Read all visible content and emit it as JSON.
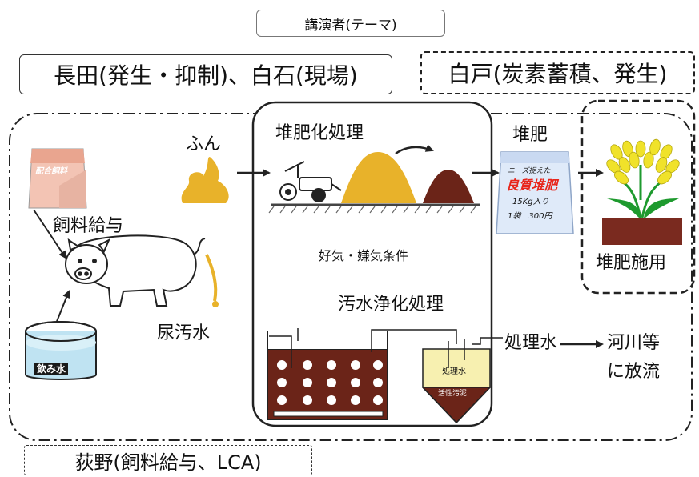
{
  "header": {
    "label": "講演者(テーマ)",
    "speaker_left": "長田(発生・抑制)、白石(現場)",
    "speaker_right": "白戸(炭素蓄積、発生)",
    "speaker_bottom": "荻野(飼料給与、LCA)"
  },
  "feed": {
    "bag_label": "配合飼料",
    "arrow_label": "飼料給与"
  },
  "water": {
    "label": "飲み水"
  },
  "manure": {
    "label": "ふん"
  },
  "urine": {
    "label": "尿汚水"
  },
  "composting": {
    "title": "堆肥化処理",
    "condition": "好気・嫌気条件"
  },
  "wastewater": {
    "title": "汚水浄化処理",
    "tank_label": "処理水",
    "sludge_label": "活性汚泥"
  },
  "compost": {
    "label": "堆肥",
    "bag_line1": "ニーズ捉えた",
    "bag_line2": "良質堆肥",
    "bag_line3": "15Kg入り",
    "bag_line4": "1袋　300円"
  },
  "application": {
    "label": "堆肥施用"
  },
  "discharge": {
    "treated_water": "処理水",
    "river_line1": "河川等",
    "river_line2": "に放流"
  },
  "colors": {
    "manure_yellow": "#e8b22a",
    "compost_brown": "#6b2418",
    "plant_green": "#1e9a2e",
    "grain_yellow": "#f0e22a",
    "soil_brown": "#7a2a1f",
    "water_blue": "#bfe3f2",
    "bag_pink": "#f3c4b4",
    "treated_water_yellow": "#f7f0b0"
  }
}
